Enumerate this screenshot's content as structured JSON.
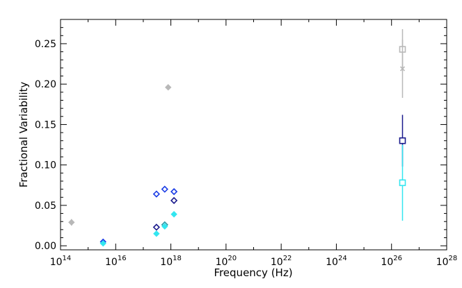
{
  "chart_data": {
    "type": "scatter",
    "title": "",
    "xlabel": "Frequency (Hz)",
    "ylabel": "Fractional Variability",
    "x_scale": "log",
    "x_range": [
      100000000000000.0,
      1e+28
    ],
    "x_ticks": [
      {
        "value": 100000000000000.0,
        "base": "10",
        "exp": "14"
      },
      {
        "value": 1e+16,
        "base": "10",
        "exp": "16"
      },
      {
        "value": 1e+18,
        "base": "10",
        "exp": "18"
      },
      {
        "value": 1e+20,
        "base": "10",
        "exp": "20"
      },
      {
        "value": 1e+22,
        "base": "10",
        "exp": "22"
      },
      {
        "value": 1e+24,
        "base": "10",
        "exp": "24"
      },
      {
        "value": 1e+26,
        "base": "10",
        "exp": "26"
      },
      {
        "value": 1e+28,
        "base": "10",
        "exp": "28"
      }
    ],
    "y_range": [
      -0.005,
      0.28
    ],
    "y_ticks": [
      "0.00",
      "0.05",
      "0.10",
      "0.15",
      "0.20",
      "0.25"
    ],
    "grid": false,
    "legend": "none",
    "series": [
      {
        "color": "#b8b8b8",
        "marker": "diamond-filled",
        "points": [
          {
            "x": 250000000000000.0,
            "y": 0.029,
            "err": 0.004
          },
          {
            "x": 8e+17,
            "y": 0.196,
            "err": 0.002
          }
        ]
      },
      {
        "color": "#b8b8b8",
        "marker": "square-open",
        "points": [
          {
            "x": 2.5e+26,
            "y": 0.243,
            "err": 0.025
          }
        ]
      },
      {
        "color": "#b8b8b8",
        "marker": "cross",
        "points": [
          {
            "x": 2.5e+26,
            "y": 0.219,
            "err": 0.036
          }
        ]
      },
      {
        "color": "#1a1a8c",
        "marker": "diamond-open",
        "points": [
          {
            "x": 3e+17,
            "y": 0.023,
            "err": 0.002
          },
          {
            "x": 1.3e+18,
            "y": 0.056,
            "err": 0.002
          }
        ]
      },
      {
        "color": "#1a1a8c",
        "marker": "square-open",
        "points": [
          {
            "x": 2.5e+26,
            "y": 0.13,
            "err": 0.032
          }
        ]
      },
      {
        "color": "#1a3ce6",
        "marker": "diamond-open",
        "points": [
          {
            "x": 3e+17,
            "y": 0.064,
            "err": 0.002
          },
          {
            "x": 6e+17,
            "y": 0.07,
            "err": 0.002
          },
          {
            "x": 1.3e+18,
            "y": 0.067,
            "err": 0.002
          }
        ]
      },
      {
        "color": "#1a3ce6",
        "marker": "diamond-filled",
        "points": [
          {
            "x": 3500000000000000.0,
            "y": 0.005,
            "err": 0.001
          }
        ]
      },
      {
        "color": "#2a9aa8",
        "marker": "diamond-open",
        "points": [
          {
            "x": 6e+17,
            "y": 0.026,
            "err": 0.002
          }
        ]
      },
      {
        "color": "#33e6f0",
        "marker": "diamond-filled",
        "points": [
          {
            "x": 3500000000000000.0,
            "y": 0.003,
            "err": 0.001
          },
          {
            "x": 3e+17,
            "y": 0.015,
            "err": 0.001
          },
          {
            "x": 6e+17,
            "y": 0.024,
            "err": 0.002
          },
          {
            "x": 1.3e+18,
            "y": 0.039,
            "err": 0.002
          }
        ]
      },
      {
        "color": "#33e6f0",
        "marker": "square-open",
        "points": [
          {
            "x": 2.5e+26,
            "y": 0.078,
            "err": 0.047
          }
        ]
      }
    ]
  }
}
